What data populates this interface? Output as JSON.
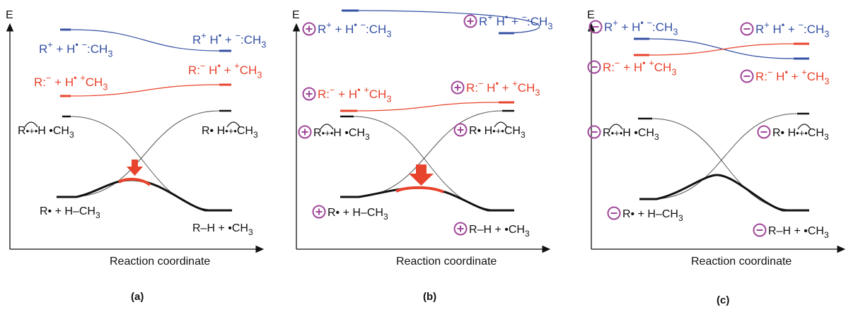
{
  "figure": {
    "colors": {
      "blue": "#3551a3",
      "red": "#e8432c",
      "black": "#111111",
      "gray": "#555555",
      "purple": "#a0479a"
    },
    "axis_y_label": "E",
    "axis_x_label": "Reaction coordinate",
    "panels": [
      {
        "caption": "(a)",
        "charge_symbol": "",
        "blue_left": {
          "a": "R",
          "ao": "+",
          "b": " + H",
          "bo": "•",
          "c": " ",
          "co": "−",
          "d": ":CH",
          "sub": "3"
        },
        "blue_right": {
          "a": "R",
          "ao": "+",
          "b": " H",
          "bo": "•",
          "c": " + ",
          "co": "−",
          "d": ":CH",
          "sub": "3"
        },
        "red_left": {
          "a": "R:",
          "ao": "−",
          "b": " + H",
          "bo": "•",
          "c": " ",
          "co": "+",
          "d": "CH",
          "sub": "3"
        },
        "red_right": {
          "a": "R:",
          "ao": "−",
          "b": " H",
          "bo": "•",
          "c": " + ",
          "co": "+",
          "d": "CH",
          "sub": "3"
        },
        "vb_left": {
          "a": "R",
          "b": "•+•",
          "c": "H  •CH",
          "sub": "3"
        },
        "vb_right": {
          "a": "R• H",
          "b": "•+•",
          "c": "CH",
          "sub": "3"
        },
        "reactant": {
          "text": "R• + H–CH",
          "sub": "3"
        },
        "product": {
          "text": "R–H + •CH",
          "sub": "3"
        }
      },
      {
        "caption": "(b)",
        "charge_symbol": "+",
        "blue_left": {
          "a": "R",
          "ao": "+",
          "b": " + H",
          "bo": "•",
          "c": " ",
          "co": "−",
          "d": ":CH",
          "sub": "3"
        },
        "blue_right": {
          "a": "R",
          "ao": "+",
          "b": " H",
          "bo": "•",
          "c": " + ",
          "co": "−",
          "d": ":CH",
          "sub": "3"
        },
        "red_left": {
          "a": "R:",
          "ao": "−",
          "b": " + H",
          "bo": "•",
          "c": " ",
          "co": "+",
          "d": "CH",
          "sub": "3"
        },
        "red_right": {
          "a": "R:",
          "ao": "−",
          "b": " H",
          "bo": "•",
          "c": " + ",
          "co": "+",
          "d": "CH",
          "sub": "3"
        },
        "vb_left": {
          "a": "R",
          "b": "•+•",
          "c": "H  •CH",
          "sub": "3"
        },
        "vb_right": {
          "a": "R• H",
          "b": "•+•",
          "c": "CH",
          "sub": "3"
        },
        "reactant": {
          "text": "R• + H–CH",
          "sub": "3"
        },
        "product": {
          "text": "R–H + •CH",
          "sub": "3"
        }
      },
      {
        "caption": "(c)",
        "charge_symbol": "−",
        "blue_left": {
          "a": "R",
          "ao": "+",
          "b": " + H",
          "bo": "•",
          "c": " ",
          "co": "−",
          "d": ":CH",
          "sub": "3"
        },
        "blue_right": {
          "a": "R",
          "ao": "+",
          "b": " H",
          "bo": "•",
          "c": " + ",
          "co": "−",
          "d": ":CH",
          "sub": "3"
        },
        "red_left": {
          "a": "R:",
          "ao": "−",
          "b": " + H",
          "bo": "•",
          "c": " ",
          "co": "+",
          "d": "CH",
          "sub": "3"
        },
        "red_right": {
          "a": "R:",
          "ao": "−",
          "b": " H",
          "bo": "•",
          "c": " + ",
          "co": "+",
          "d": "CH",
          "sub": "3"
        },
        "vb_left": {
          "a": "R",
          "b": "•+•",
          "c": "H  •CH",
          "sub": "3"
        },
        "vb_right": {
          "a": "R• H",
          "b": "•+•",
          "c": "CH",
          "sub": "3"
        },
        "reactant": {
          "text": "R• + H–CH",
          "sub": "3"
        },
        "product": {
          "text": "R–H + •CH",
          "sub": "3"
        }
      }
    ]
  }
}
